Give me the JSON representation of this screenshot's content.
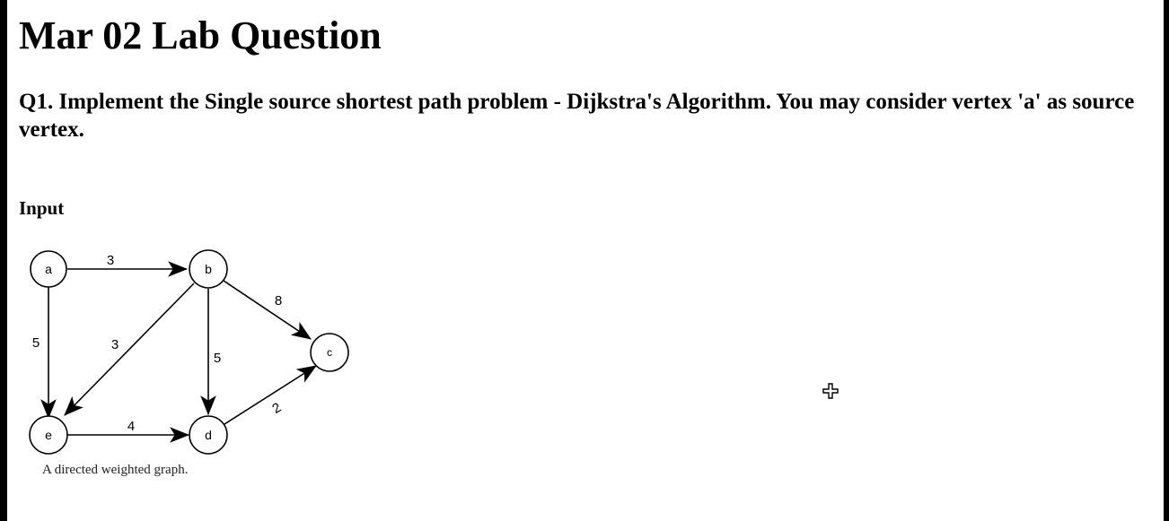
{
  "page": {
    "title": "Mar 02 Lab Question",
    "question": "Q1. Implement the Single source shortest path problem - Dijkstra's Algorithm. You may consider vertex 'a' as source vertex.",
    "input_label": "Input"
  },
  "figure": {
    "caption": "A directed weighted graph.",
    "nodes": [
      "a",
      "b",
      "c",
      "d",
      "e"
    ],
    "edges": [
      {
        "from": "a",
        "to": "b",
        "weight": "3"
      },
      {
        "from": "a",
        "to": "e",
        "weight": "5"
      },
      {
        "from": "b",
        "to": "c",
        "weight": "8"
      },
      {
        "from": "b",
        "to": "d",
        "weight": "5"
      },
      {
        "from": "b",
        "to": "e",
        "weight": "3"
      },
      {
        "from": "e",
        "to": "d",
        "weight": "4"
      },
      {
        "from": "d",
        "to": "c",
        "weight": "2"
      }
    ]
  },
  "cursor": {
    "icon": "move-cursor-icon"
  }
}
